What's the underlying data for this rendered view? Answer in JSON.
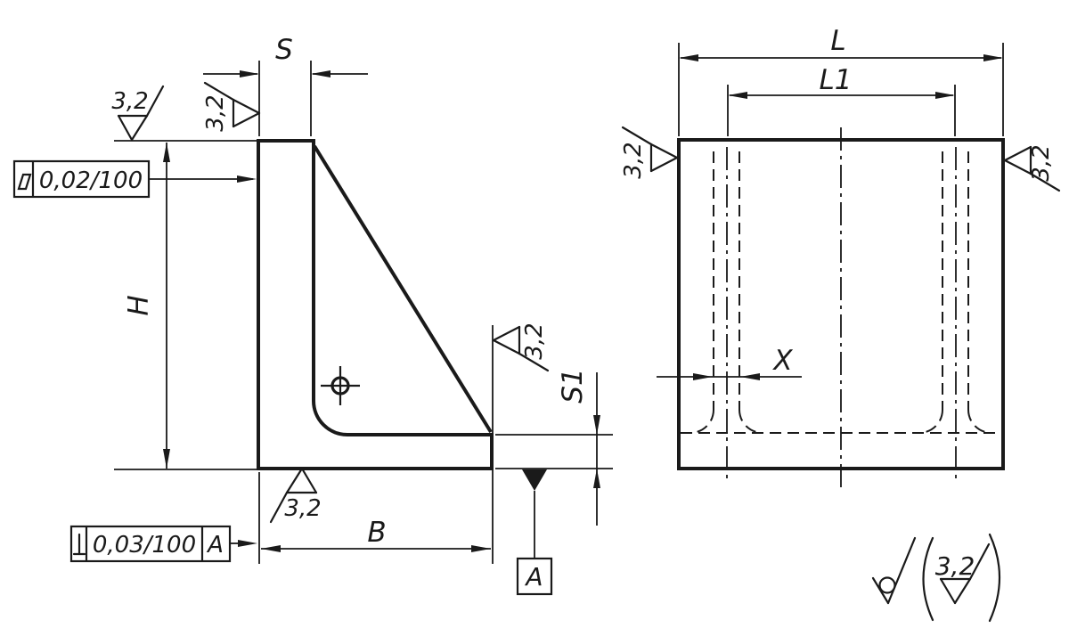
{
  "colors": {
    "ink": "#1a1a1a",
    "paper": "#ffffff"
  },
  "side_view": {
    "dim_width": "S",
    "dim_height": "H",
    "dim_base": "B",
    "dim_thickness": "S1",
    "roughness_top": "3,2",
    "roughness_left": "3,2",
    "roughness_bottom": "3,2",
    "roughness_right": "3,2",
    "flatness_tolerance": "0,02/100",
    "perpendicularity_tolerance": "0,03/100",
    "perpendicularity_datum": "A",
    "datum_label": "A"
  },
  "front_view": {
    "dim_length": "L",
    "dim_hole_spacing": "L1",
    "dim_hole_offset": "X",
    "roughness_left": "3,2",
    "roughness_right": "3,2"
  },
  "general_note": {
    "roughness": "3,2"
  }
}
